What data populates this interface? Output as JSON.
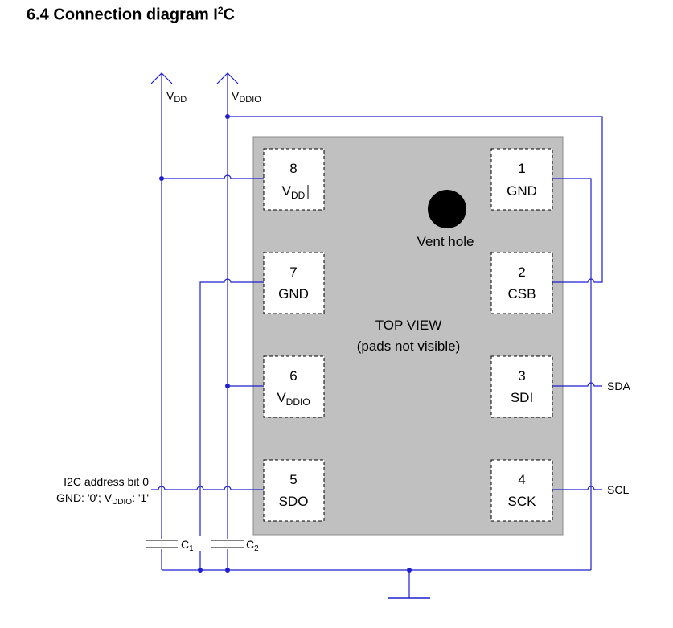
{
  "section": {
    "number": "6.4",
    "title": "Connection diagram I",
    "sup": "2",
    "suffix": "C"
  },
  "supplies": {
    "vdd": {
      "main": "V",
      "sub": "DD"
    },
    "vddio": {
      "main": "V",
      "sub": "DDIO"
    }
  },
  "package": {
    "view_label": "TOP VIEW",
    "view_note": "(pads not visible)",
    "vent_label": "Vent hole"
  },
  "pins": [
    {
      "num": "1",
      "name": "GND"
    },
    {
      "num": "2",
      "name": "CSB"
    },
    {
      "num": "3",
      "name": "SDI"
    },
    {
      "num": "4",
      "name": "SCK"
    },
    {
      "num": "5",
      "name": "SDO"
    },
    {
      "num": "6",
      "name_main": "V",
      "name_sub": "DDIO"
    },
    {
      "num": "7",
      "name": "GND"
    },
    {
      "num": "8",
      "name_main": "V",
      "name_sub": "DD"
    }
  ],
  "signals": {
    "sda": "SDA",
    "scl": "SCL"
  },
  "address_note": {
    "line1": "I2C address bit 0",
    "line2_a": "GND: '0'; V",
    "line2_sub": "DDIO",
    "line2_b": ": '1'"
  },
  "capacitors": {
    "c1": {
      "main": "C",
      "sub": "1"
    },
    "c2": {
      "main": "C",
      "sub": "2"
    }
  },
  "colors": {
    "wire": "#1f1fd0",
    "package": "#c0c0c0"
  }
}
